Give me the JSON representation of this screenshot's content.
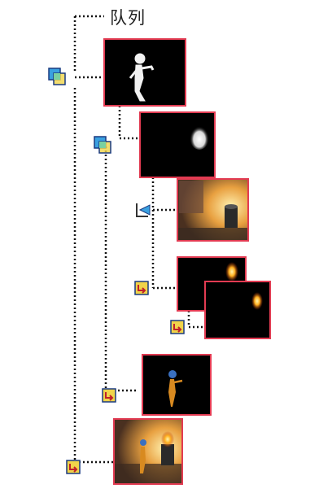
{
  "title": "队列",
  "colors": {
    "frame_border": "#e23b52",
    "connector": "#111111",
    "node_icon_blue": "#3aa0e0",
    "node_icon_yellow": "#f0d44a",
    "arrow_red": "#c0202a"
  },
  "nodes": [
    {
      "id": "root",
      "icon": "merge-layers-icon",
      "thumbnail": "white-figure-silhouette"
    },
    {
      "id": "flame-mask",
      "icon": "merge-layers-icon",
      "thumbnail": "white-flame-mask"
    },
    {
      "id": "background",
      "icon": "image-input-icon",
      "thumbnail": "room-with-trash-can"
    },
    {
      "id": "fire-a",
      "icon": "output-arrow-icon",
      "thumbnail": "fire-on-black"
    },
    {
      "id": "fire-b",
      "icon": "output-arrow-icon",
      "thumbnail": "fire-on-black-small"
    },
    {
      "id": "character",
      "icon": "output-arrow-icon",
      "thumbnail": "robot-character-on-black"
    },
    {
      "id": "composite",
      "icon": "output-arrow-icon",
      "thumbnail": "final-composite"
    }
  ]
}
